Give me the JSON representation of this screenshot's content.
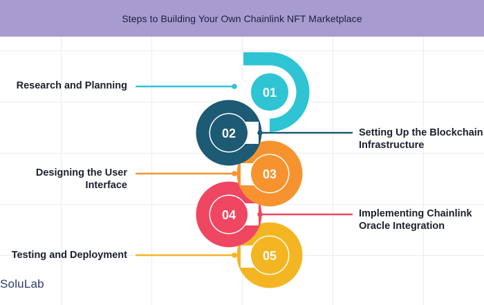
{
  "header": {
    "title": "Steps to Building Your Own Chainlink NFT Marketplace"
  },
  "steps": [
    {
      "number": "01",
      "label_lines": [
        "Research and Planning"
      ],
      "side": "left",
      "color": "#2ec4d3",
      "text_color": "#1e8d99"
    },
    {
      "number": "02",
      "label_lines": [
        "Setting Up the Blockchain",
        "Infrastructure"
      ],
      "side": "right",
      "color": "#1d5a73",
      "text_color": "#1d5a73"
    },
    {
      "number": "03",
      "label_lines": [
        "Designing the User",
        "Interface"
      ],
      "side": "left",
      "color": "#f7932f",
      "text_color": "#e07a14"
    },
    {
      "number": "04",
      "label_lines": [
        "Implementing Chainlink",
        "Oracle Integration"
      ],
      "side": "right",
      "color": "#ef4661",
      "text_color": "#e03650"
    },
    {
      "number": "05",
      "label_lines": [
        "Testing and Deployment"
      ],
      "side": "left",
      "color": "#f3b622",
      "text_color": "#d79b08"
    }
  ],
  "logo": {
    "text": "SoluLab"
  }
}
